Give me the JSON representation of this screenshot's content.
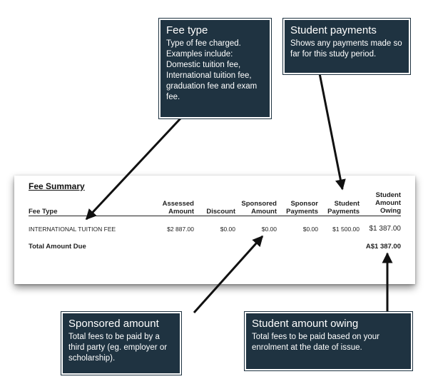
{
  "fee_summary": {
    "title": "Fee Summary",
    "headers": {
      "fee_type": "Fee Type",
      "assessed_amount": "Assessed\nAmount",
      "discount": "Discount",
      "sponsored_amount": "Sponsored\nAmount",
      "sponsor_payments": "Sponsor\nPayments",
      "student_payments": "Student\nPayments",
      "student_amount_owing": "Student\nAmount\nOwing"
    },
    "row": {
      "fee_type": "INTERNATIONAL TUITION FEE",
      "assessed_amount": "$2 887.00",
      "discount": "$0.00",
      "sponsored_amount": "$0.00",
      "sponsor_payments": "$0.00",
      "student_payments": "$1 500.00",
      "student_amount_owing": "$1 387.00"
    },
    "total_label": "Total Amount Due",
    "total_value": "A$1 387.00"
  },
  "callouts": {
    "fee_type": {
      "title": "Fee type",
      "body": "Type of fee charged. Examples include: Domestic tuition fee, International tuition fee, graduation fee and exam fee."
    },
    "student_payments": {
      "title": "Student payments",
      "body": "Shows any payments made so far for this study period."
    },
    "sponsored_amount": {
      "title": "Sponsored amount",
      "body": "Total fees to be paid by a third party (eg. employer or scholarship)."
    },
    "student_amount_owing": {
      "title": "Student amount owing",
      "body": "Total fees to be paid based on your enrolment at the date of issue."
    }
  },
  "colors": {
    "callout_bg": "#1f3341",
    "callout_text": "#ffffff"
  }
}
